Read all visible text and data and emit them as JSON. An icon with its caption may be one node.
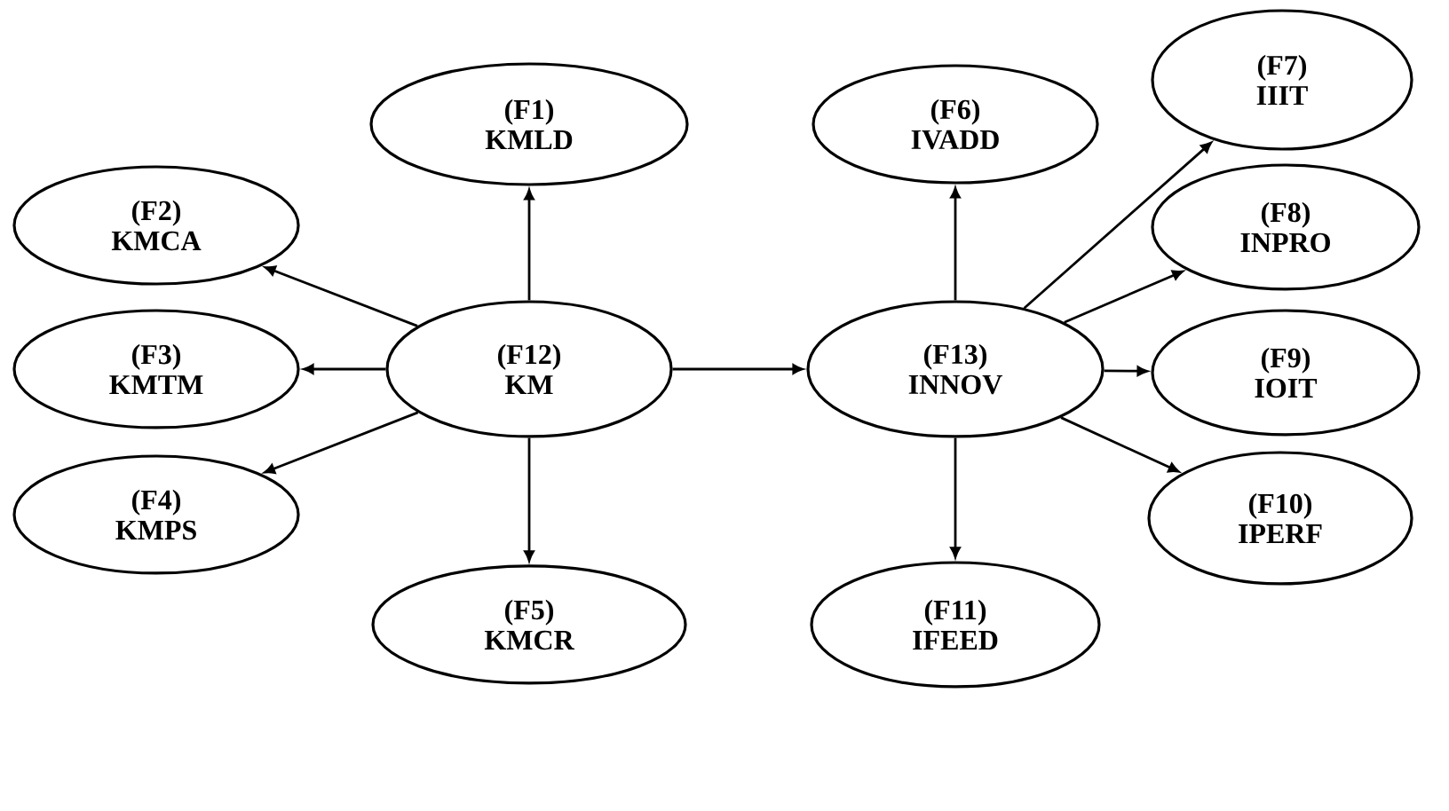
{
  "diagram": {
    "nodes": [
      {
        "text": [
          "(F1)",
          "KMLD"
        ]
      },
      {
        "text": [
          "(F2)",
          "KMCA"
        ]
      },
      {
        "text": [
          "(F3)",
          "KMTM"
        ]
      },
      {
        "text": [
          "(F4)",
          "KMPS"
        ]
      },
      {
        "text": [
          "(F5)",
          "KMCR"
        ]
      },
      {
        "text": [
          "(F6)",
          "IVADD"
        ]
      },
      {
        "text": [
          "(F7)",
          "IIIT"
        ]
      },
      {
        "text": [
          "(F8)",
          "INPRO"
        ]
      },
      {
        "text": [
          "(F9)",
          "IOIT"
        ]
      },
      {
        "text": [
          "(F10)",
          "IPERF"
        ]
      },
      {
        "text": [
          "(F11)",
          "IFEED"
        ]
      },
      {
        "text": [
          "(F12)",
          "KM"
        ]
      },
      {
        "text": [
          "(F13)",
          "INNOV"
        ]
      }
    ],
    "edges": [
      {
        "from": 11,
        "to": 0,
        "arrow": "to"
      },
      {
        "from": 11,
        "to": 1,
        "arrow": "to"
      },
      {
        "from": 11,
        "to": 2,
        "arrow": "to"
      },
      {
        "from": 11,
        "to": 3,
        "arrow": "to"
      },
      {
        "from": 11,
        "to": 4,
        "arrow": "to"
      },
      {
        "from": 11,
        "to": 12,
        "arrow": "to"
      },
      {
        "from": 12,
        "to": 5,
        "arrow": "to"
      },
      {
        "from": 12,
        "to": 6,
        "arrow": "to"
      },
      {
        "from": 12,
        "to": 7,
        "arrow": "to"
      },
      {
        "from": 12,
        "to": 8,
        "arrow": "to"
      },
      {
        "from": 12,
        "to": 9,
        "arrow": "to"
      },
      {
        "from": 12,
        "to": 10,
        "arrow": "to"
      }
    ]
  }
}
